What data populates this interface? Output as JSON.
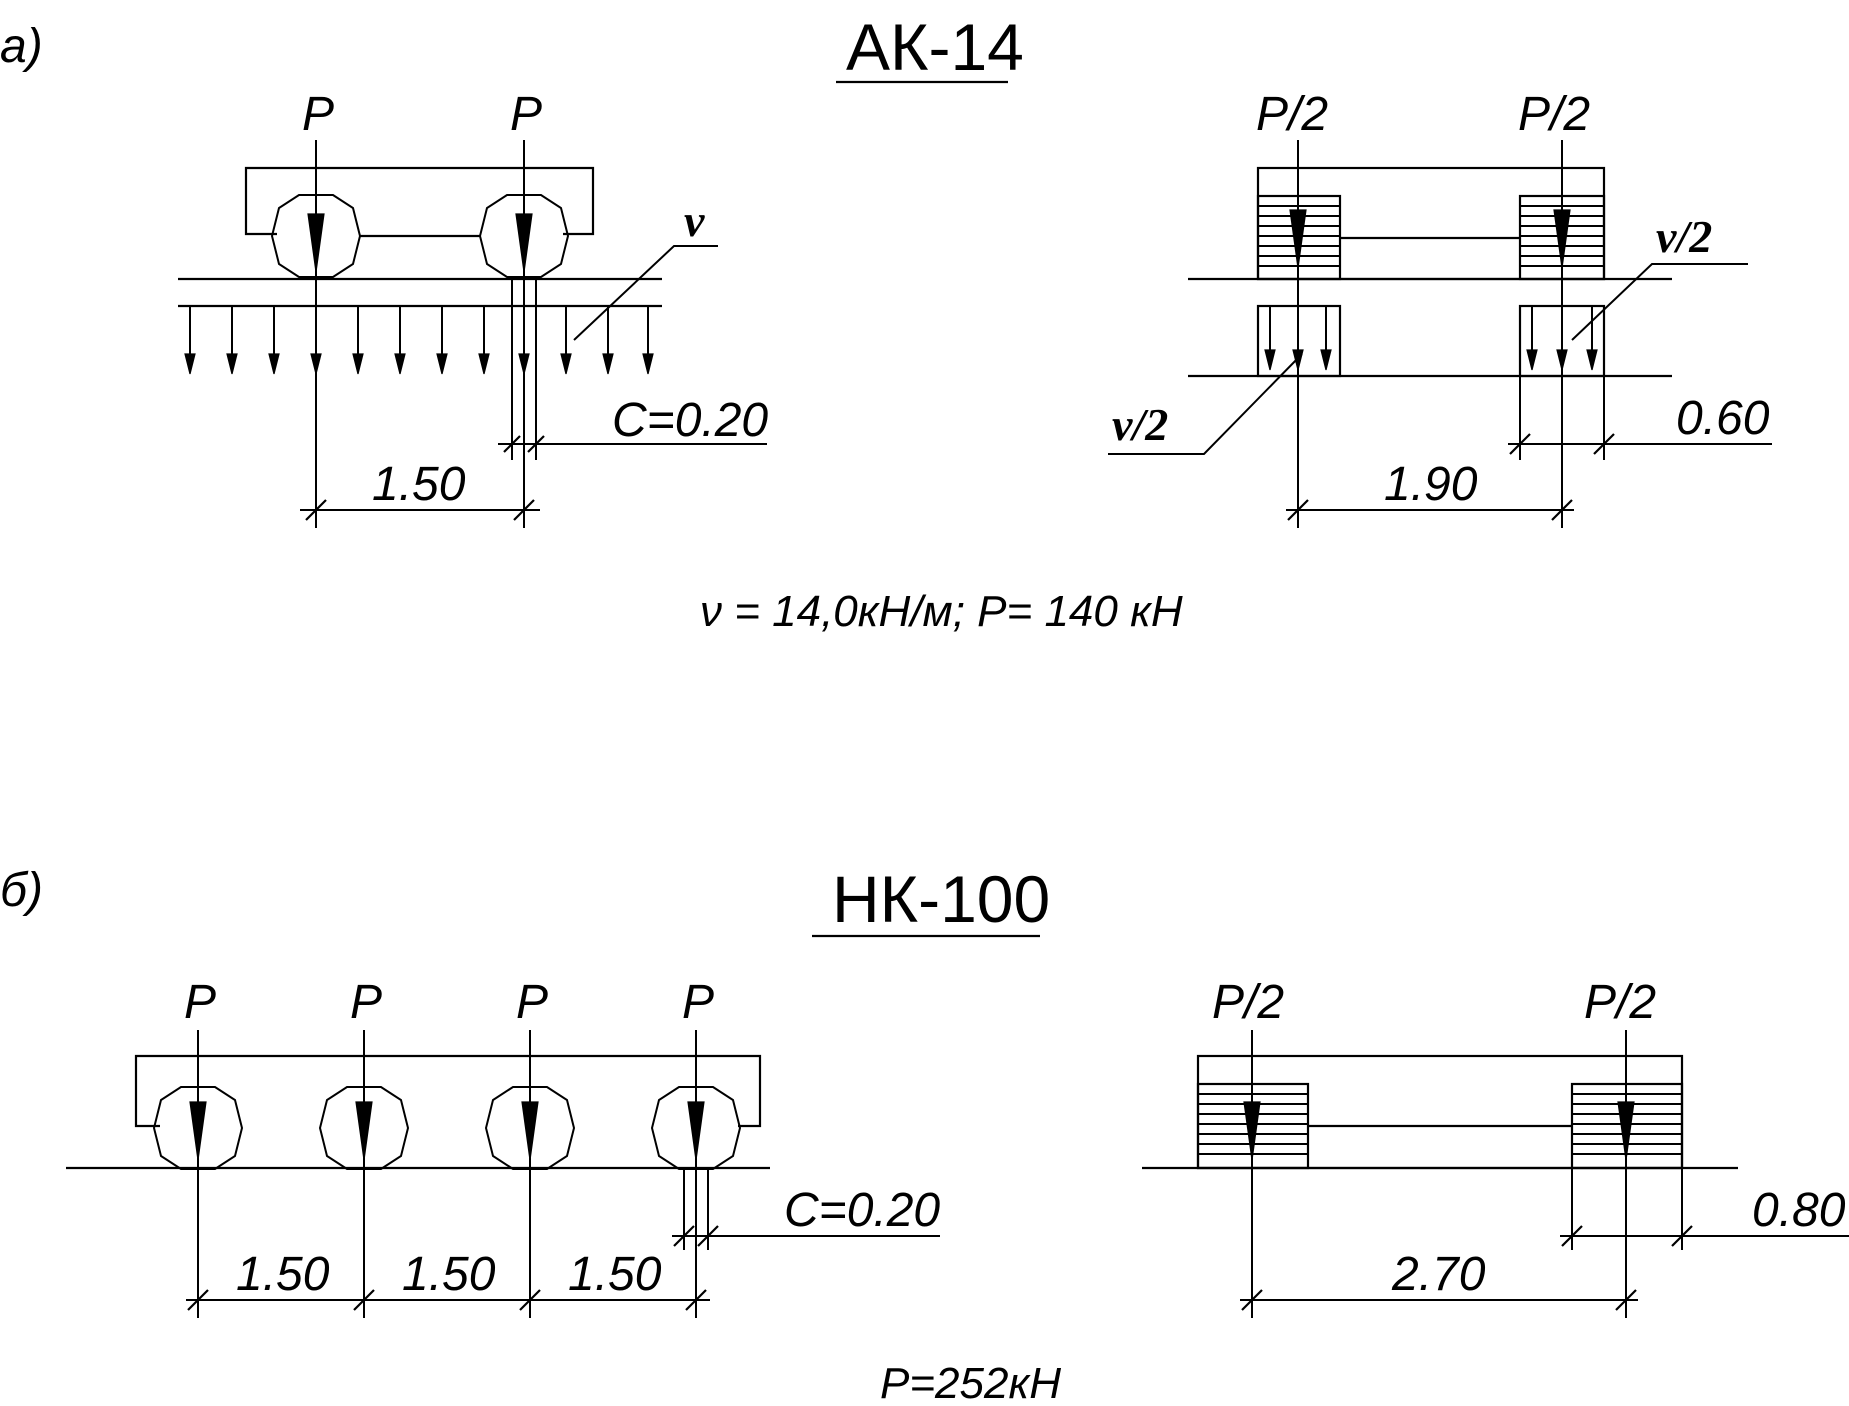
{
  "part_a": {
    "marker": "а)",
    "title": "АК-14",
    "load_P": "P",
    "load_P_half": "P/2",
    "load_v": "ν",
    "load_v_half": "ν/2",
    "dim_axle_spacing": "1.50",
    "dim_c": "C=0.20",
    "dim_track": "1.90",
    "dim_wheel_width": "0.60",
    "caption": "ν = 14,0кН/м;  P= 140 кН"
  },
  "part_b": {
    "marker": "б)",
    "title": "НК-100",
    "load_P": "P",
    "load_P_half": "P/2",
    "dim_axle_spacing": "1.50",
    "dim_c": "C=0.20",
    "dim_track": "2.70",
    "dim_wheel_width": "0.80",
    "caption": "P=252кН"
  }
}
